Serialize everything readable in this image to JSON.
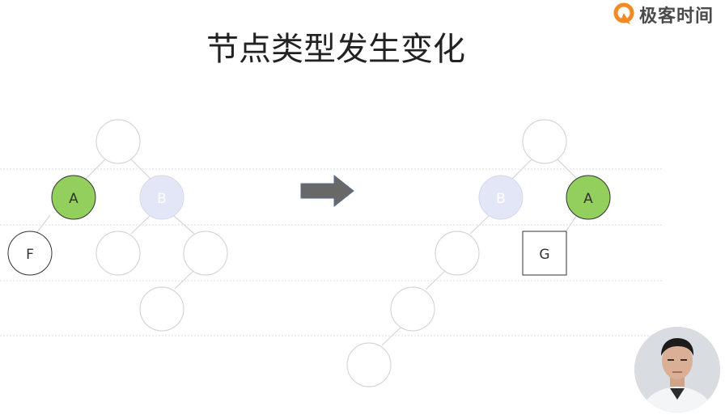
{
  "logo": {
    "text": "极客时间"
  },
  "title": "节点类型发生变化",
  "left_tree": {
    "nodes": [
      {
        "id": "root",
        "label": ""
      },
      {
        "id": "a",
        "label": "A"
      },
      {
        "id": "b",
        "label": "B"
      },
      {
        "id": "f",
        "label": "F"
      },
      {
        "id": "b-left",
        "label": ""
      },
      {
        "id": "b-right",
        "label": ""
      },
      {
        "id": "b-right-left",
        "label": ""
      }
    ]
  },
  "right_tree": {
    "nodes": [
      {
        "id": "root",
        "label": ""
      },
      {
        "id": "b",
        "label": "B"
      },
      {
        "id": "a",
        "label": "A"
      },
      {
        "id": "b-left",
        "label": ""
      },
      {
        "id": "g",
        "label": "G"
      },
      {
        "id": "b-left-left",
        "label": ""
      },
      {
        "id": "b-left-left-left",
        "label": ""
      }
    ]
  },
  "colors": {
    "a_fill": "#92cf5c",
    "b_fill": "#e2e6f7",
    "b_text": "#ffffff",
    "faded_stroke": "#d6d6d6",
    "arrow": "#686868",
    "logo_orange": "#f08a24"
  },
  "icons": {
    "arrow": "right-arrow-icon",
    "logo": "geektime-logo-icon"
  }
}
